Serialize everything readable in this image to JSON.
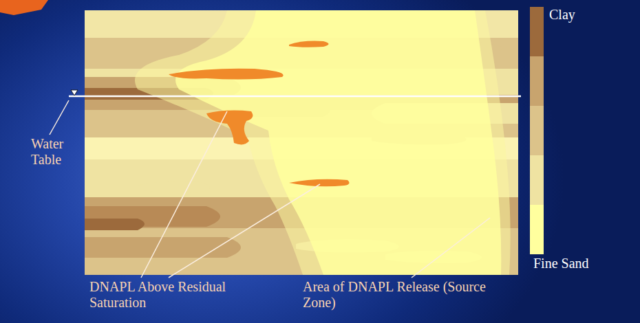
{
  "diagram": {
    "labels": [
      "Water Table",
      "DNAPL Above Residual Saturation",
      "Area of DNAPL Release (Source Zone)"
    ],
    "legend": [
      {
        "text": "Clay",
        "color": "#9c6a3c"
      },
      {
        "text": "Fine Sand",
        "color": "#ffff9e"
      }
    ]
  }
}
